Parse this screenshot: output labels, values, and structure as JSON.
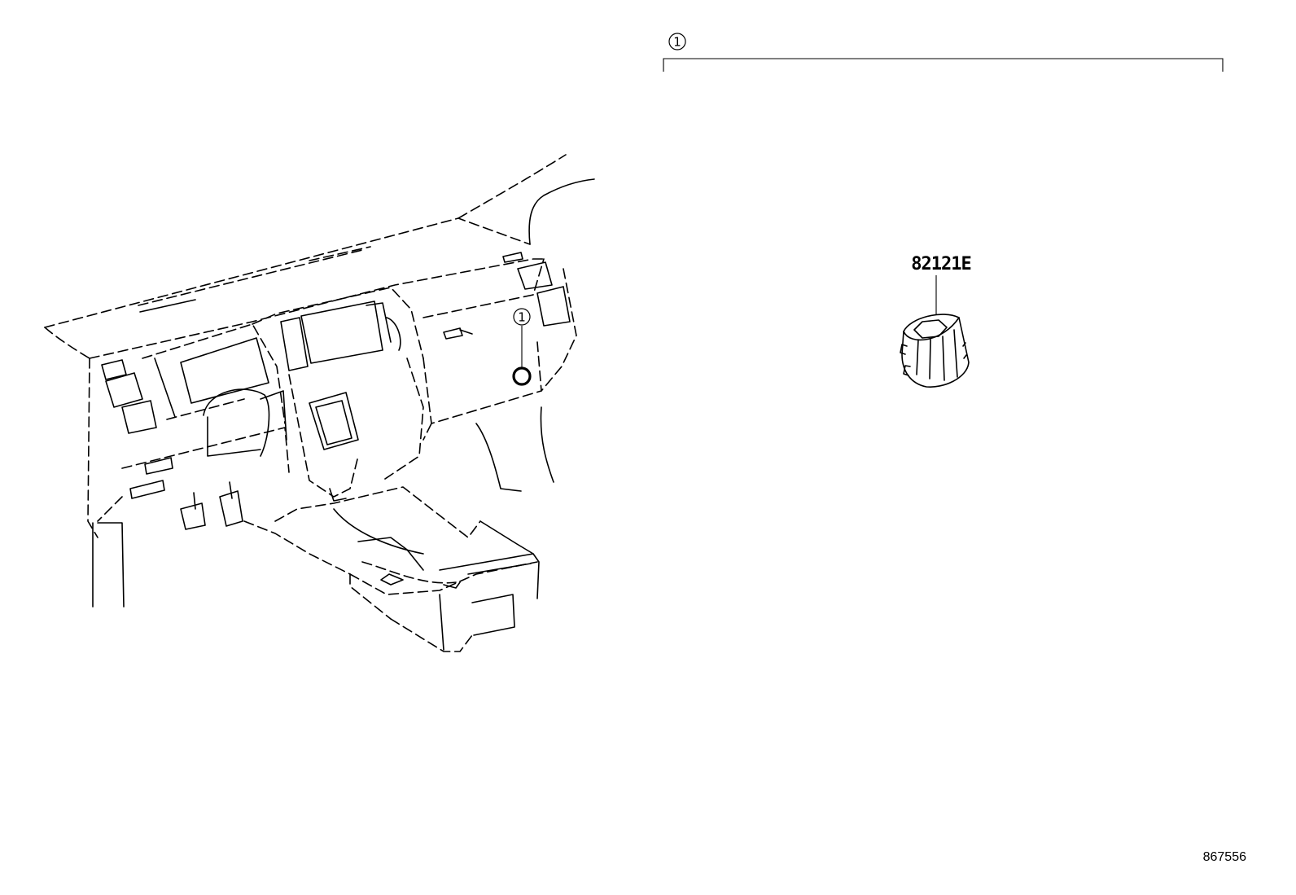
{
  "diagram": {
    "group_callout": "1",
    "location_callout": "1",
    "part_number": "82121E",
    "diagram_id": "867556"
  },
  "colors": {
    "line": "#000000",
    "background": "#ffffff"
  },
  "icons": {
    "dashboard": "instrument-panel-illustration",
    "connector": "wiring-connector-illustration"
  }
}
